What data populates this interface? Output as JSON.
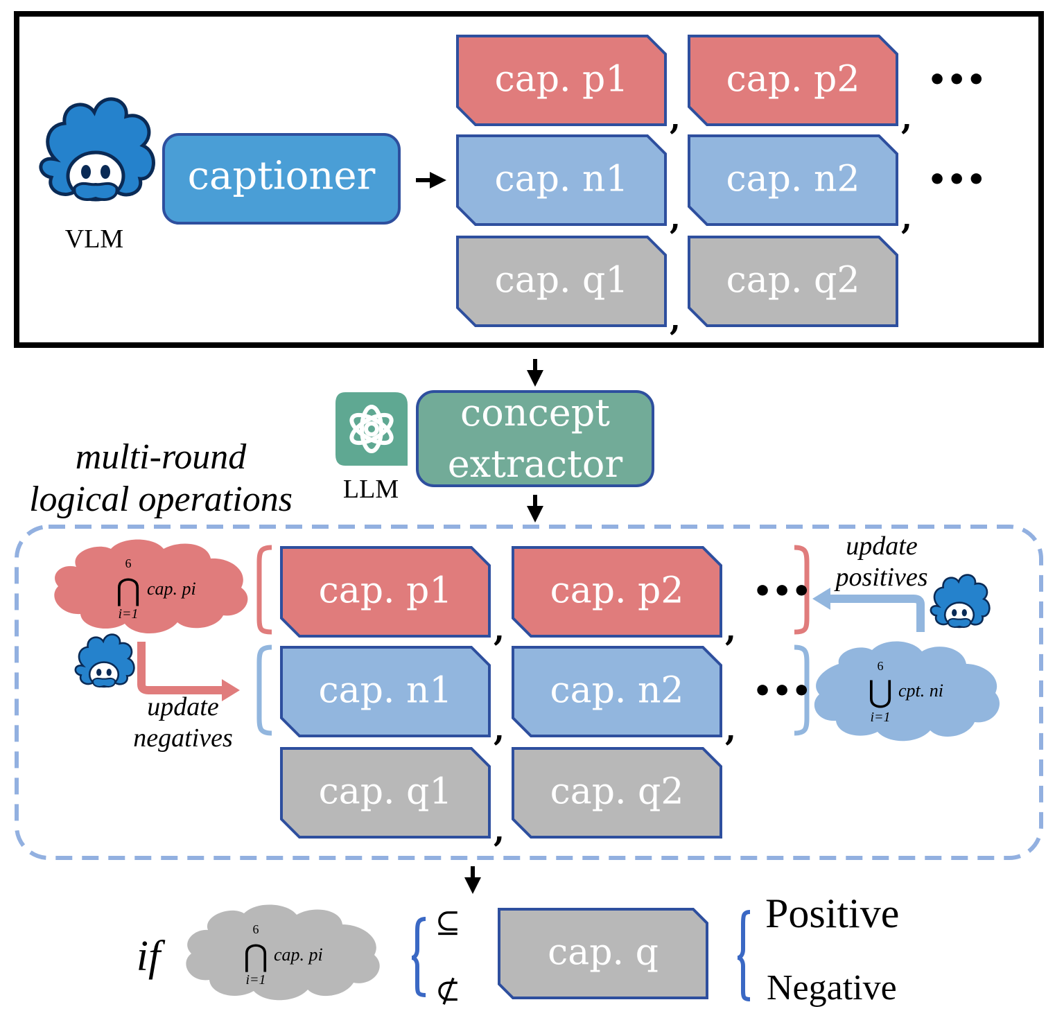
{
  "colors": {
    "positive": "#e07c7c",
    "negative": "#92b6de",
    "query": "#b8b8b8",
    "captioner": "#4a9ed6",
    "extractor": "#72ab98",
    "llm_logo_bg": "#5fa892",
    "box_border": "#2e4f9e",
    "dashed_border": "#92b0e0",
    "vlm_icon": "#2582cc"
  },
  "top_panel": {
    "vlm_label": "VLM",
    "captioner_label": "captioner",
    "positives": [
      "cap. p1",
      "cap. p2"
    ],
    "negatives": [
      "cap. n1",
      "cap. n2"
    ],
    "queries": [
      "cap. q1",
      "cap. q2"
    ],
    "separator": ",",
    "ellipsis": "•••"
  },
  "middle": {
    "llm_label": "LLM",
    "extractor_line1": "concept",
    "extractor_line2": "extractor",
    "title_line1": "multi-round",
    "title_line2": "logical operations"
  },
  "logic_panel": {
    "positives": [
      "cap. p1",
      "cap. p2"
    ],
    "negatives": [
      "cap. n1",
      "cap. n2"
    ],
    "queries": [
      "cap. q1",
      "cap. q2"
    ],
    "separator": ",",
    "ellipsis": "•••",
    "intersection": {
      "operator": "⋂",
      "upper": "6",
      "lower": "i=1",
      "term": "cap. pi"
    },
    "union": {
      "operator": "⋃",
      "upper": "6",
      "lower": "i=1",
      "term": "cpt. ni"
    },
    "update_negatives": [
      "update",
      "negatives"
    ],
    "update_positives": [
      "update",
      "positives"
    ]
  },
  "bottom": {
    "if_label": "if",
    "intersection": {
      "operator": "⋂",
      "upper": "6",
      "lower": "i=1",
      "term": "cap. pi"
    },
    "subset_symbol": "⊆",
    "not_subset_symbol": "⊄",
    "query_label": "cap. q",
    "positive_label": "Positive",
    "negative_label": "Negative"
  }
}
